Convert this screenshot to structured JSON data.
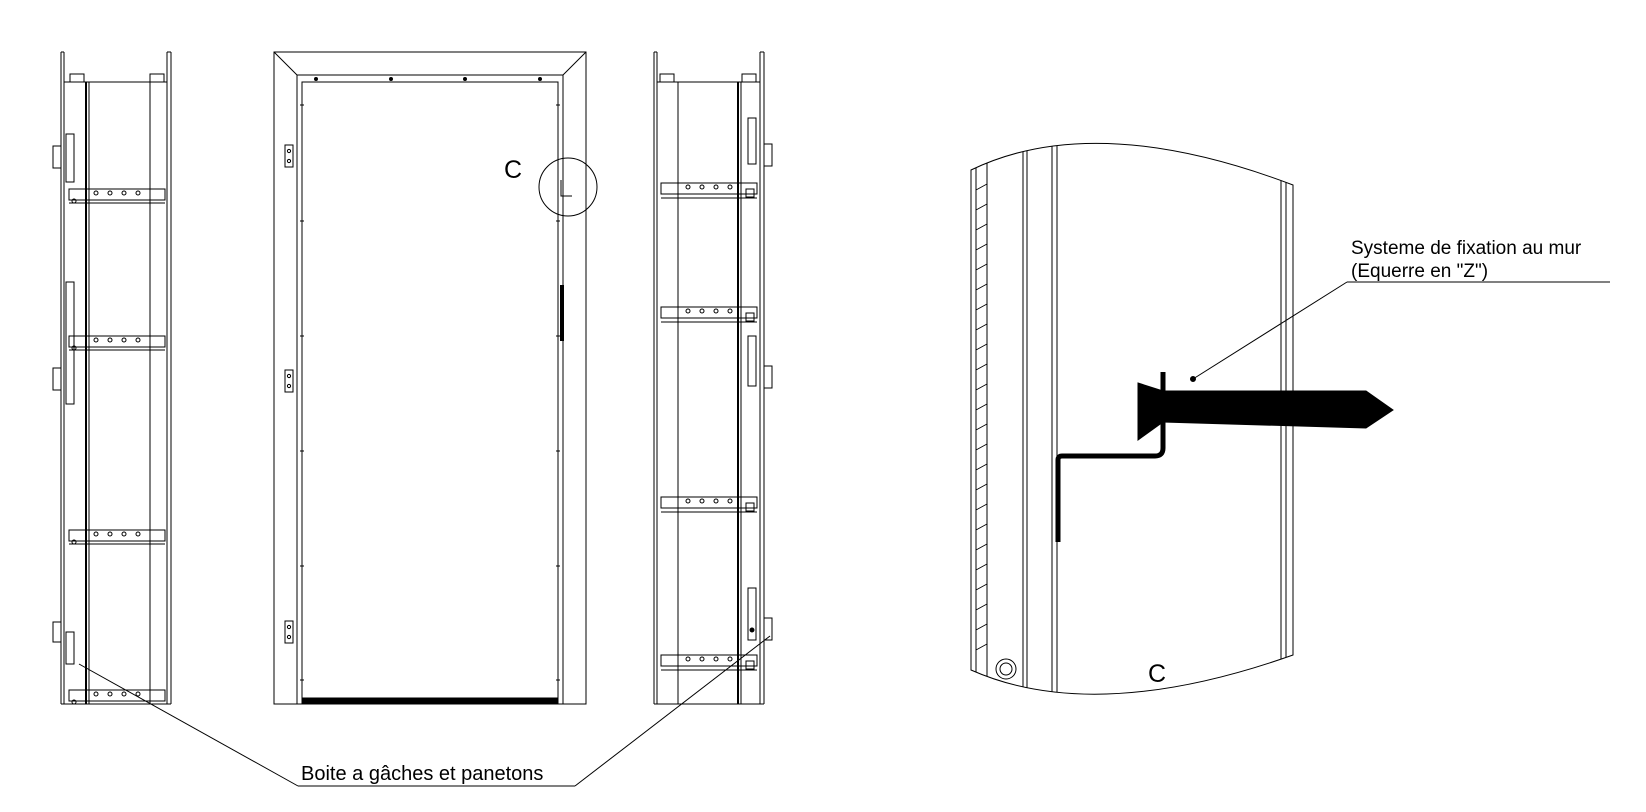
{
  "labels": {
    "detail_marker": "C",
    "detail_title": "C",
    "fixation_line1": "Systeme de fixation au mur",
    "fixation_line2": "(Equerre en \"Z\")",
    "strike_box": "Boite a gâches et panetons"
  },
  "colors": {
    "line": "#000000",
    "background": "#ffffff"
  }
}
